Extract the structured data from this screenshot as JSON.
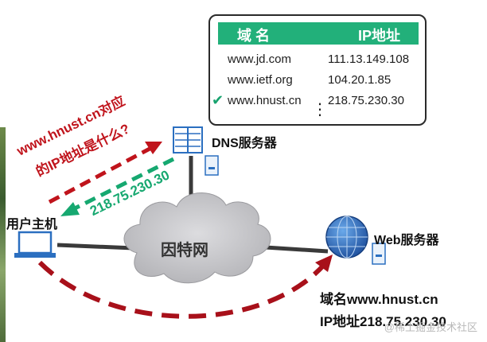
{
  "dns_table": {
    "header_domain": "域 名",
    "header_ip": "IP地址",
    "rows": [
      {
        "domain": "www.jd.com",
        "ip": "111.13.149.108",
        "checked": false
      },
      {
        "domain": "www.ietf.org",
        "ip": "104.20.1.85",
        "checked": false
      },
      {
        "domain": "www.hnust.cn",
        "ip": "218.75.230.30",
        "checked": true
      }
    ],
    "check_mark": "✔",
    "more_indicator": "⋮"
  },
  "labels": {
    "dns_server": "DNS服务器",
    "user_host": "用户主机",
    "internet": "因特网",
    "web_server": "Web服务器"
  },
  "query": {
    "line1": "www.hnust.cn对应",
    "line2": "的IP地址是什么?"
  },
  "answer": {
    "ip": "218.75.230.30"
  },
  "web_info": {
    "domain_line": "域名www.hnust.cn",
    "ip_line": "IP地址218.75.230.30"
  },
  "watermark": "@稀土掘金技术社区",
  "colors": {
    "query_arrow": "#c0141c",
    "answer_arrow": "#16a870",
    "table_header": "#22b07a",
    "cloud": "#c9c9cc",
    "connection": "#3a3a3a"
  }
}
